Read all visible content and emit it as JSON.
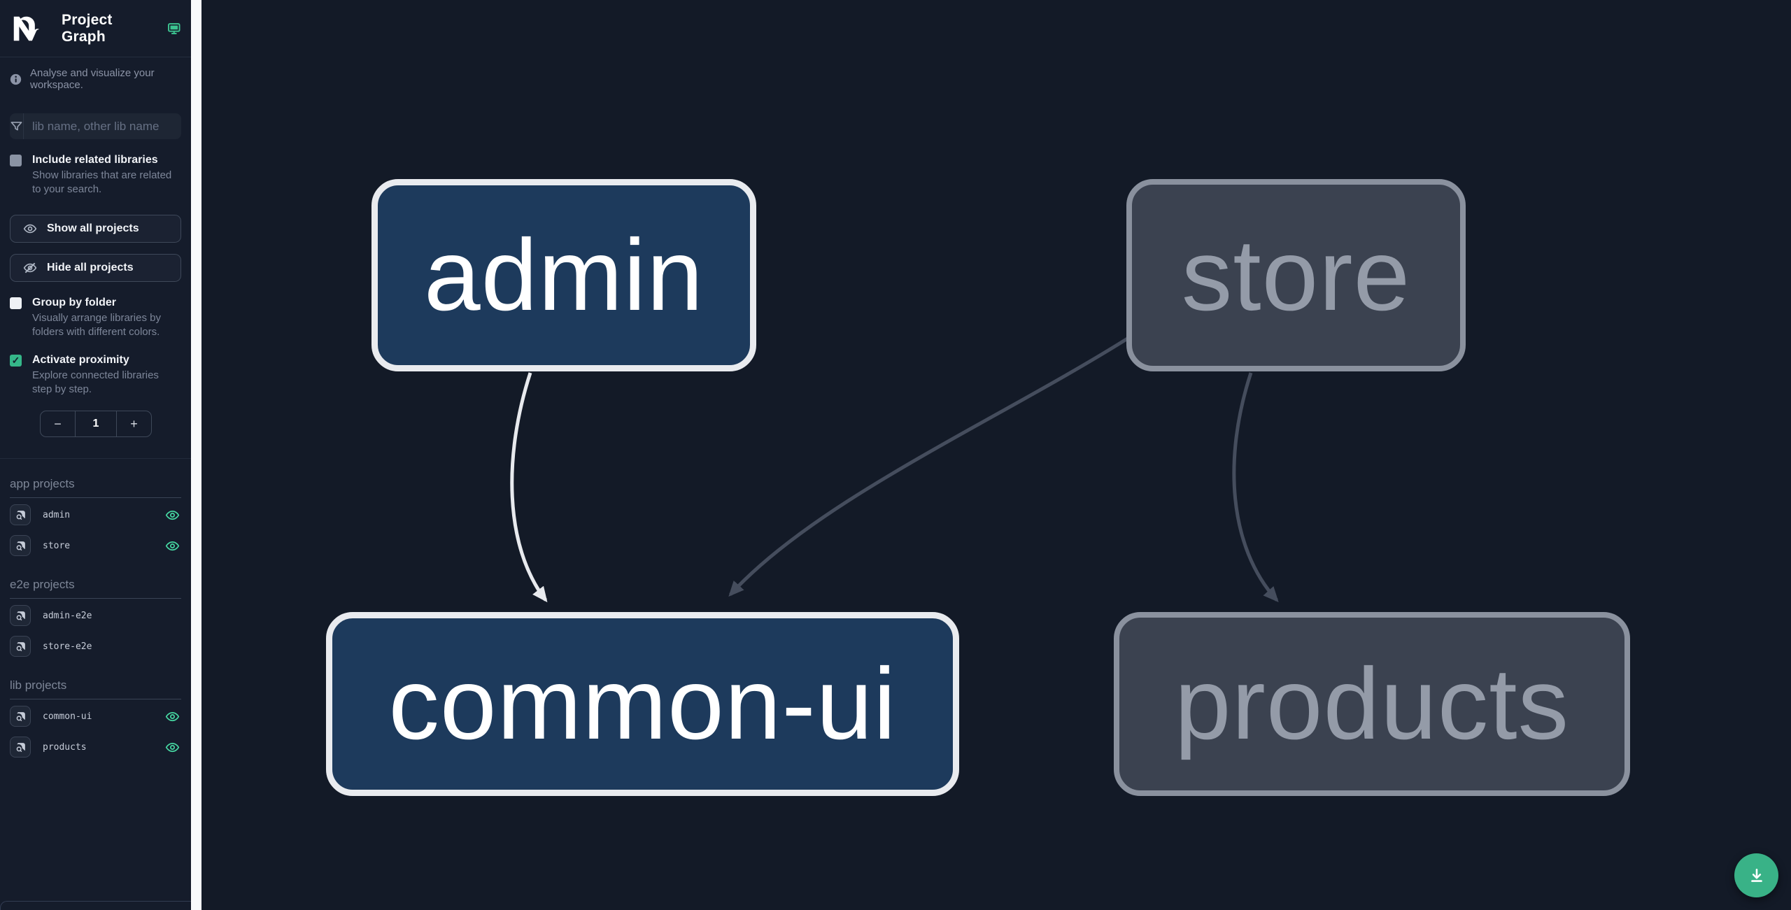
{
  "header": {
    "title": "Project Graph",
    "logo": "nx-logo",
    "mode_icon": "monitor-icon"
  },
  "sidebar": {
    "tagline": "Analyse and visualize your workspace.",
    "search": {
      "placeholder": "lib name, other lib name"
    },
    "include_related": {
      "label": "Include related libraries",
      "description": "Show libraries that are related to your search.",
      "checked": false,
      "disabled": true
    },
    "buttons": {
      "show_all": "Show all projects",
      "hide_all": "Hide all projects"
    },
    "group_by_folder": {
      "label": "Group by folder",
      "description": "Visually arrange libraries by folders with different colors.",
      "checked": false
    },
    "activate_proximity": {
      "label": "Activate proximity",
      "description": "Explore connected libraries step by step.",
      "checked": true
    },
    "stepper": {
      "decrease": "−",
      "value": "1",
      "increase": "+"
    },
    "sections": [
      {
        "title": "app projects",
        "items": [
          {
            "name": "admin",
            "visible": true
          },
          {
            "name": "store",
            "visible": true
          }
        ]
      },
      {
        "title": "e2e projects",
        "items": [
          {
            "name": "admin-e2e",
            "visible": false
          },
          {
            "name": "store-e2e",
            "visible": false
          }
        ]
      },
      {
        "title": "lib projects",
        "items": [
          {
            "name": "common-ui",
            "visible": true
          },
          {
            "name": "products",
            "visible": true
          }
        ]
      }
    ]
  },
  "graph": {
    "nodes": [
      {
        "id": "admin",
        "label": "admin",
        "state": "highlighted"
      },
      {
        "id": "store",
        "label": "store",
        "state": "dimmed"
      },
      {
        "id": "common-ui",
        "label": "common-ui",
        "state": "highlighted"
      },
      {
        "id": "products",
        "label": "products",
        "state": "dimmed"
      }
    ],
    "edges": [
      {
        "from": "admin",
        "to": "common-ui",
        "highlighted": true
      },
      {
        "from": "store",
        "to": "common-ui",
        "highlighted": false
      },
      {
        "from": "store",
        "to": "products",
        "highlighted": false
      }
    ]
  },
  "fab": {
    "icon": "download-icon"
  },
  "colors": {
    "canvas_bg": "#131a27",
    "sidebar_bg": "#151c2b",
    "accent_green": "#39b287",
    "eye_green": "#46d7a2",
    "node_focused_fill": "#1d3a5c",
    "node_focused_border": "#e9ebef",
    "node_dimmed_fill": "#3b4250",
    "node_dimmed_border": "#8a919e",
    "edge_highlight": "#e8eaee",
    "edge_dimmed": "#454d5d"
  }
}
